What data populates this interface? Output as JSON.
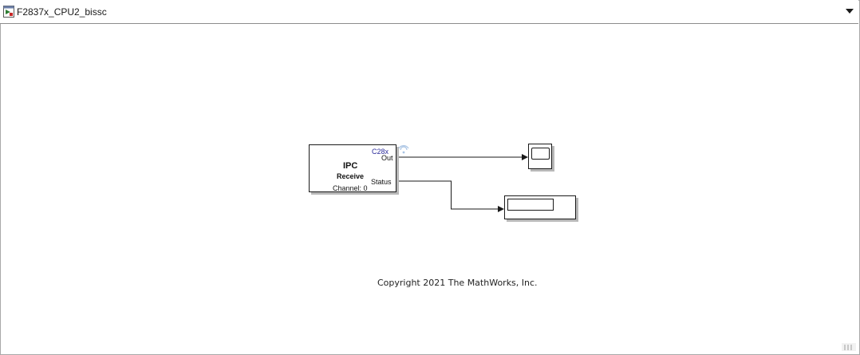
{
  "window": {
    "model_name": "F2837x_CPU2_bissc"
  },
  "blocks": {
    "ipc_receive": {
      "target": "C28x",
      "title": "IPC",
      "subtitle": "Receive",
      "channel_label": "Channel: 0",
      "ports": {
        "out": "Out",
        "status": "Status"
      }
    }
  },
  "annotation": {
    "copyright": "Copyright 2021 The MathWorks, Inc."
  },
  "icons": {
    "model": "simulink-model-icon",
    "dropdown": "chevron-down-icon",
    "wireless": "wireless-signal-icon"
  },
  "colors": {
    "target_label": "#2b2b9a",
    "wireless_icon": "#a9c4e4"
  }
}
